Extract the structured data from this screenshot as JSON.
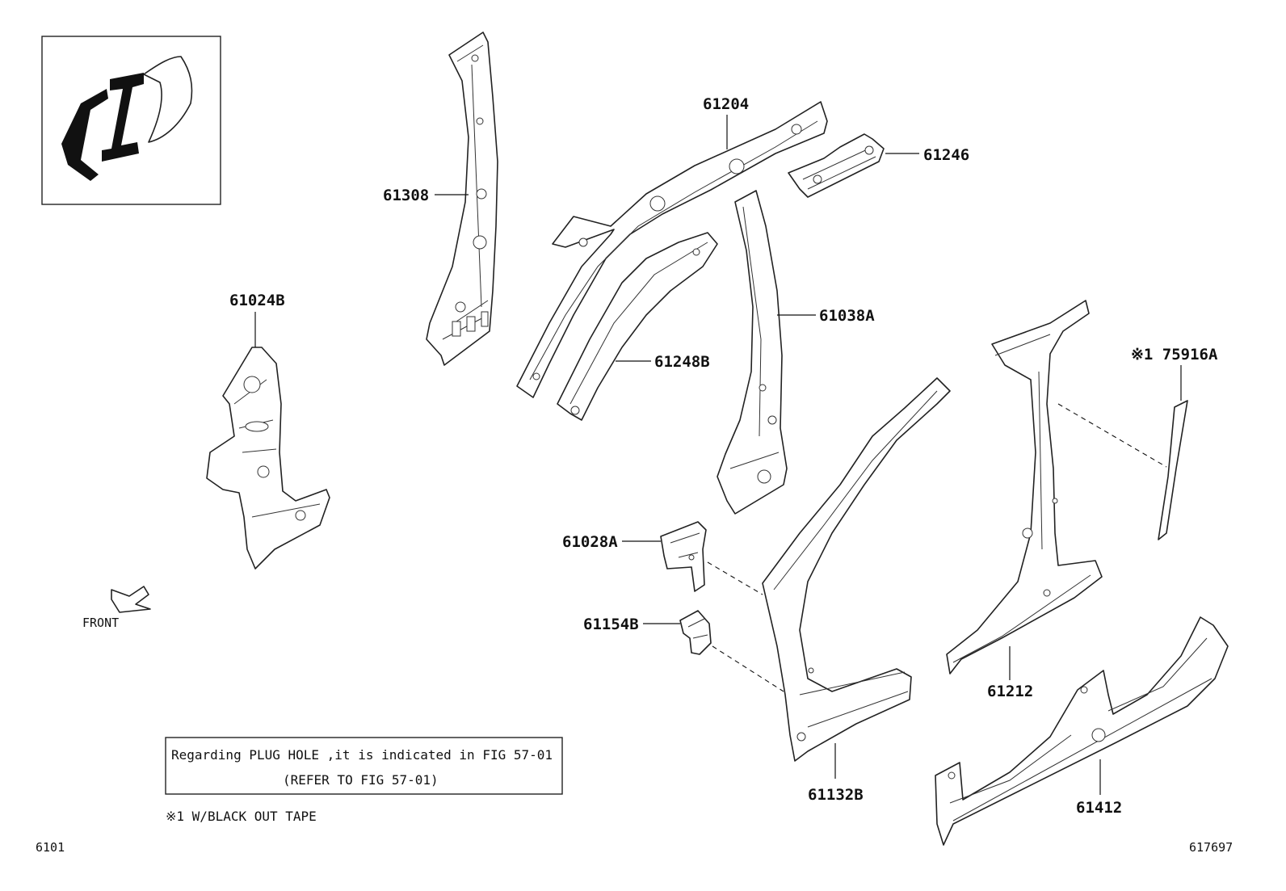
{
  "diagram": {
    "part_labels": {
      "p61308": "61308",
      "p61204": "61204",
      "p61246": "61246",
      "p61024B": "61024B",
      "p61038A": "61038A",
      "p61248B": "61248B",
      "p75916A": "※1 75916A",
      "p61028A": "61028A",
      "p61154B": "61154B",
      "p61212": "61212",
      "p61132B": "61132B",
      "p61412": "61412"
    },
    "front_label": "FRONT",
    "note_box": {
      "line1": "Regarding PLUG HOLE ,it is indicated in FIG 57-01",
      "line2": "(REFER TO FIG 57-01)"
    },
    "footnote": "※1 W/BLACK OUT TAPE",
    "figure_number": "6101",
    "illustration_number": "617697"
  }
}
